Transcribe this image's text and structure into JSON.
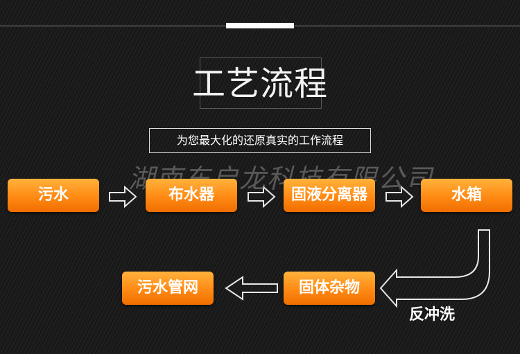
{
  "title": "工艺流程",
  "subtitle": "为您最大化的还原真实的工作流程",
  "watermark": "湖南东启龙科技有限公司",
  "steps": [
    "污水",
    "布水器",
    "固液分离器",
    "水箱",
    "固体杂物",
    "污水管网"
  ],
  "backwash_label": "反冲洗",
  "colors": {
    "background": "#1b1b1b",
    "box_top": "#ffb23c",
    "box_bottom": "#f06e00",
    "text": "#ffffff"
  }
}
